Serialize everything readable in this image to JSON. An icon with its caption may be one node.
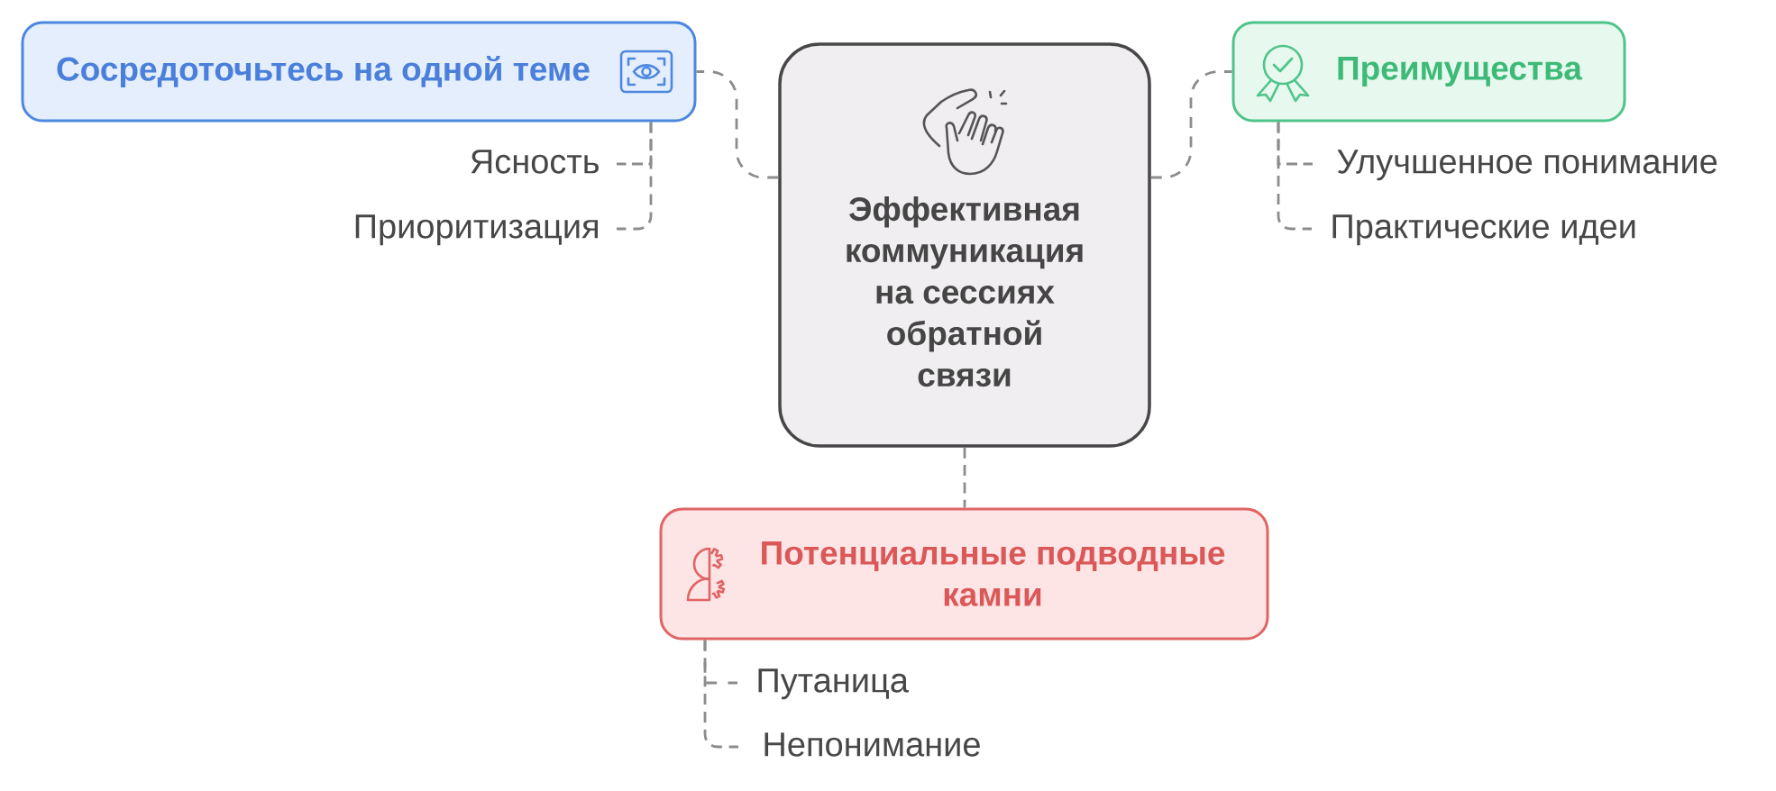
{
  "diagram": {
    "nodes": [
      {
        "text": [
          "Сосредоточьтесь на одной теме"
        ]
      },
      {
        "text": [
          "Ясность"
        ]
      },
      {
        "text": [
          "Приоритизация"
        ]
      },
      {
        "text": [
          "Эффективная коммуникация на сессиях обратной связи"
        ]
      },
      {
        "text": [
          "Преимущества"
        ]
      },
      {
        "text": [
          "Улучшенное понимание"
        ]
      },
      {
        "text": [
          "Практические идеи"
        ]
      },
      {
        "text": [
          "Потенциальные подводные камни"
        ]
      },
      {
        "text": [
          "Путаница"
        ]
      },
      {
        "text": [
          "Непонимание"
        ]
      }
    ],
    "edges": [
      {
        "from": 3,
        "to": 0,
        "arrow": "none",
        "style": "dashed"
      },
      {
        "from": 0,
        "to": 1,
        "arrow": "none",
        "style": "dashed"
      },
      {
        "from": 0,
        "to": 2,
        "arrow": "none",
        "style": "dashed"
      },
      {
        "from": 3,
        "to": 4,
        "arrow": "none",
        "style": "dashed"
      },
      {
        "from": 4,
        "to": 5,
        "arrow": "none",
        "style": "dashed"
      },
      {
        "from": 4,
        "to": 6,
        "arrow": "none",
        "style": "dashed"
      },
      {
        "from": 3,
        "to": 7,
        "arrow": "none",
        "style": "dashed"
      },
      {
        "from": 7,
        "to": 8,
        "arrow": "none",
        "style": "dashed"
      },
      {
        "from": 7,
        "to": 9,
        "arrow": "none",
        "style": "dashed"
      }
    ]
  }
}
